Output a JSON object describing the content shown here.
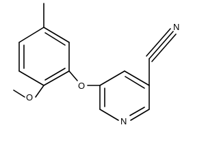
{
  "molecule": {
    "atoms": {
      "ether_oxygen": "O",
      "methoxy_oxygen": "O",
      "pyridine_nitrogen": "N",
      "nitrile_nitrogen": "N"
    },
    "colors": {
      "bond": "#000000",
      "background": "#ffffff"
    }
  }
}
